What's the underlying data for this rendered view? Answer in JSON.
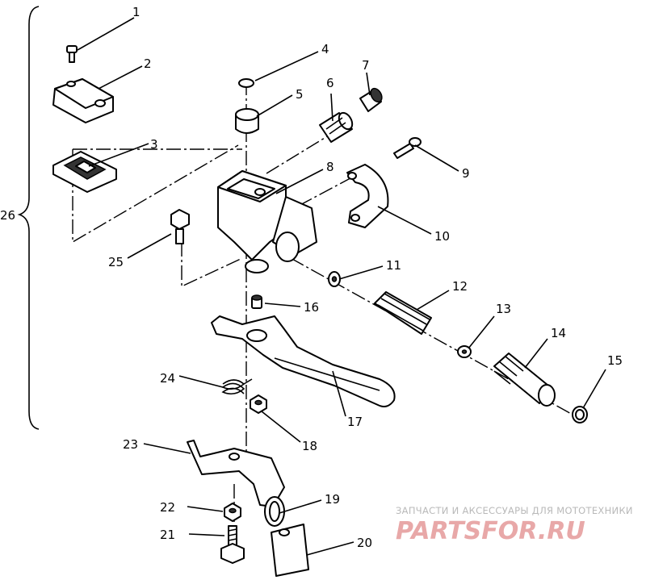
{
  "parts": [
    {
      "label": "1"
    },
    {
      "label": "2"
    },
    {
      "label": "3"
    },
    {
      "label": "4"
    },
    {
      "label": "5"
    },
    {
      "label": "6"
    },
    {
      "label": "7"
    },
    {
      "label": "8"
    },
    {
      "label": "9"
    },
    {
      "label": "10"
    },
    {
      "label": "11"
    },
    {
      "label": "12"
    },
    {
      "label": "13"
    },
    {
      "label": "14"
    },
    {
      "label": "15"
    },
    {
      "label": "16"
    },
    {
      "label": "17"
    },
    {
      "label": "18"
    },
    {
      "label": "19"
    },
    {
      "label": "20"
    },
    {
      "label": "21"
    },
    {
      "label": "22"
    },
    {
      "label": "23"
    },
    {
      "label": "24"
    },
    {
      "label": "25"
    },
    {
      "label": "26"
    }
  ],
  "watermark": {
    "tagline": "ЗАПЧАСТИ И АКСЕССУАРЫ ДЛЯ МОТОТЕХНИКИ",
    "brand": "PARTSFOR.RU"
  }
}
